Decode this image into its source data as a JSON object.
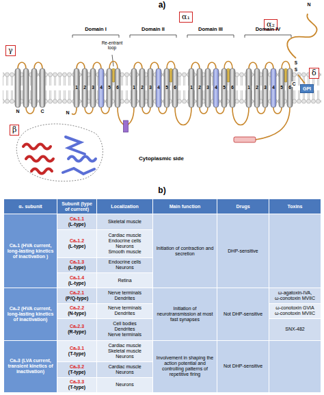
{
  "diagram": {
    "nodes": [
      {
        "text": [
          "α₂"
        ]
      },
      {
        "text": [
          "α₁"
        ]
      },
      {
        "text": [
          "γ"
        ]
      },
      {
        "text": [
          "δ"
        ]
      },
      {
        "text": [
          "GPI"
        ]
      },
      {
        "text": [
          "β"
        ]
      }
    ],
    "labels": [
      "a)",
      "Domain I",
      "Domain II",
      "Domain III",
      "Domain IV",
      "Re-entrant loop",
      "1",
      "2",
      "3",
      "4",
      "5",
      "6",
      "1",
      "2",
      "3",
      "4",
      "5",
      "6",
      "1",
      "2",
      "3",
      "4",
      "5",
      "6",
      "1",
      "2",
      "3",
      "4",
      "5",
      "6",
      "N",
      "C",
      "S",
      "S",
      "N",
      "C",
      "N",
      "Cytoplasmic side",
      "b)",
      "α₁ subunit",
      "Subunit (type of current)",
      "Localization",
      "Main function",
      "Drugs",
      "Toxins",
      "Caᵥ1 (HVA current, long-lasting kinetics of inactivation )",
      "Caᵥ1.1",
      "(L-type)",
      "Skeletal muscle",
      "Initiation of contraction and secretion",
      "DHP-sensitive",
      "Caᵥ1.2",
      "(L-type)",
      "Cardiac muscle",
      "Endocrine cells",
      "Neurons",
      "Smooth muscle",
      "Caᵥ1.3",
      "(L-type)",
      "Endocrine cells",
      "Neurons",
      "Caᵥ1.4",
      "(L-type)",
      "Retina",
      "Caᵥ2 (HVA current, long-lasting kinetics of inactivation)",
      "Caᵥ2.1",
      "(P/Q-type)",
      "Nerve terminals",
      "Dendrites",
      "Initiation of neurotransmission at most fast synapses",
      "Not DHP-sensitive",
      "ω-agatoxin-IVA,",
      "ω-conotoxin MVIIC",
      "Caᵥ2.2",
      "(N-type)",
      "Nerve terminals",
      "Dendrites",
      "ω-conotoxin GVIA",
      "ω-conotoxin MVIIC",
      "Caᵥ2.3",
      "(R-type)",
      "Cell bodies",
      "Dendrites",
      "Nerve terminals",
      "SNX-482",
      "Caᵥ3 (LVA current, transient kinetics of inactivation)",
      "Caᵥ3.1",
      "(T-type)",
      "Cardiac muscle",
      "Skeletal muscle",
      "Neurons",
      "Involvement in shaping the action potential and controlling patterns of repetitive firing",
      "Not DHP-sensitive",
      "Caᵥ3.2",
      "(T-type)",
      "Cardiac muscle",
      "Neurons",
      "Caᵥ3.3",
      "(T-type)",
      "Neurons"
    ]
  }
}
